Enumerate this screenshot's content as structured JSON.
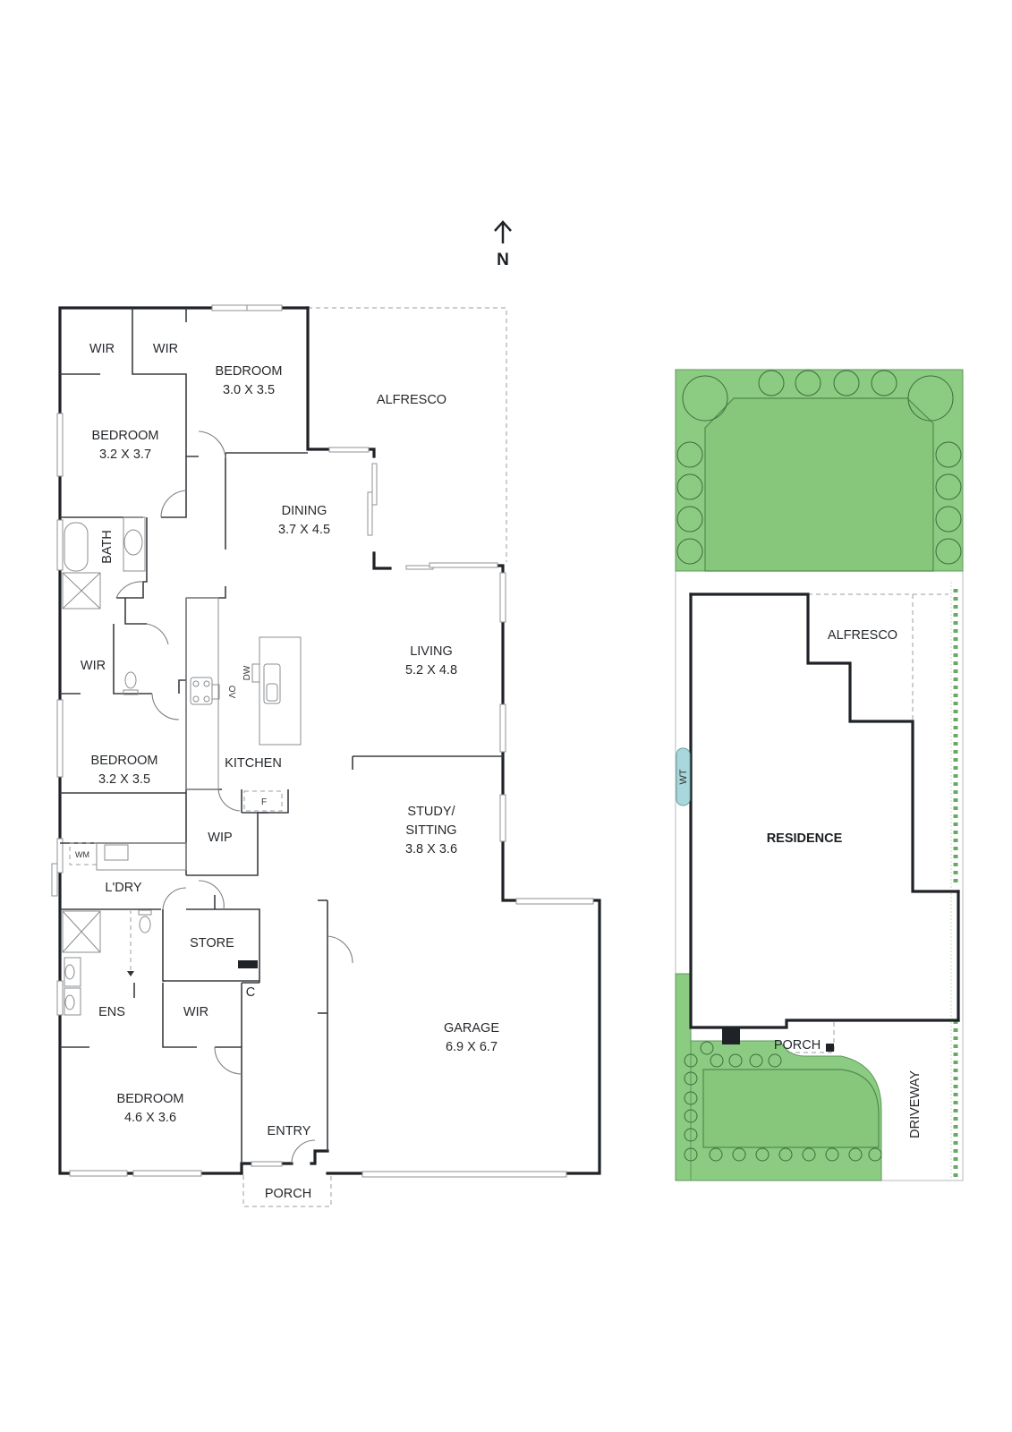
{
  "compass": {
    "label": "N",
    "arrow": "north-arrow"
  },
  "floor_plan": {
    "rooms": [
      {
        "id": "wir-1",
        "name": "WIR",
        "dims": ""
      },
      {
        "id": "wir-2",
        "name": "WIR",
        "dims": ""
      },
      {
        "id": "bedroom-2",
        "name": "BEDROOM",
        "dims": "3.0 X 3.5"
      },
      {
        "id": "alfresco",
        "name": "ALFRESCO",
        "dims": ""
      },
      {
        "id": "bedroom-3",
        "name": "BEDROOM",
        "dims": "3.2 X 3.7"
      },
      {
        "id": "dining",
        "name": "DINING",
        "dims": "3.7 X 4.5"
      },
      {
        "id": "bath",
        "name": "BATH",
        "dims": ""
      },
      {
        "id": "wir-3",
        "name": "WIR",
        "dims": ""
      },
      {
        "id": "living",
        "name": "LIVING",
        "dims": "5.2 X 4.8"
      },
      {
        "id": "bedroom-4",
        "name": "BEDROOM",
        "dims": "3.2 X 3.5"
      },
      {
        "id": "kitchen",
        "name": "KITCHEN",
        "dims": ""
      },
      {
        "id": "study",
        "name": "STUDY/",
        "name2": "SITTING",
        "dims": "3.8 X 3.6"
      },
      {
        "id": "wip",
        "name": "WIP",
        "dims": ""
      },
      {
        "id": "laundry",
        "name": "L'DRY",
        "dims": ""
      },
      {
        "id": "store",
        "name": "STORE",
        "dims": ""
      },
      {
        "id": "ens",
        "name": "ENS",
        "dims": ""
      },
      {
        "id": "wir-4",
        "name": "WIR",
        "dims": ""
      },
      {
        "id": "cupboard",
        "name": "C",
        "dims": ""
      },
      {
        "id": "garage",
        "name": "GARAGE",
        "dims": "6.9 X 6.7"
      },
      {
        "id": "bedroom-1",
        "name": "BEDROOM",
        "dims": "4.6 X 3.6"
      },
      {
        "id": "entry",
        "name": "ENTRY",
        "dims": ""
      },
      {
        "id": "porch",
        "name": "PORCH",
        "dims": ""
      }
    ],
    "fixtures": {
      "dishwasher": "DW",
      "oven": "OV",
      "fridge": "F",
      "washing_machine": "WM"
    }
  },
  "site_plan": {
    "residence": "RESIDENCE",
    "alfresco": "ALFRESCO",
    "porch": "PORCH",
    "driveway": "DRIVEWAY",
    "water_tank": "WT",
    "colors": {
      "lawn": "#8ccb82",
      "tree_outline": "#3d6e3c",
      "wall": "#1f2226",
      "water_tank": "#a8d8dc"
    }
  }
}
